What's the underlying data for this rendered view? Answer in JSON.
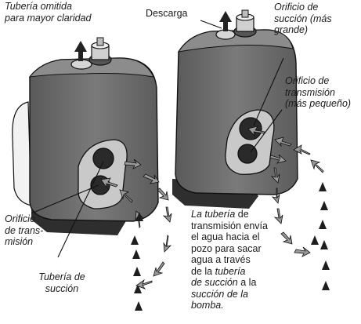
{
  "colors": {
    "pump_body": "#6c6c6c",
    "pump_light": "#8a8a8a",
    "pump_side": "#3f3f3f",
    "port_face": "#c9c9c9",
    "arrow_fill": "#9a9a9a",
    "arrow_dark": "#222222",
    "line": "#111111"
  },
  "icons": [
    "upward-flow-arrow-icon",
    "dashed-flow-arrow-icon",
    "discharge-arrow-icon"
  ],
  "labels": {
    "piping_omitted": [
      "Tubería omitida",
      "para mayor claridad"
    ],
    "discharge": "Descarga",
    "suction_port": [
      "Orificio de",
      "succión (más",
      "grande)"
    ],
    "drive_port": [
      "Orificio de",
      "transmisión",
      "(más pequeño)"
    ],
    "drive_port_left": [
      "Orificio",
      "de trans-",
      "misión"
    ],
    "suction_pipe": [
      "Tubería de",
      "succión"
    ],
    "description": {
      "line1_italic": "La tubería",
      "line1_rest": " de",
      "line2": "transmisión envía",
      "line3": "el agua hacia el",
      "line4": "pozo para sacar",
      "line5": "agua a través",
      "line6_prefix": "de la ",
      "line6_italic": "tubería",
      "line7_italic": "de succión",
      "line7_rest": " a la",
      "line8_italic": "succión de la",
      "line9_italic": "bomba."
    }
  }
}
